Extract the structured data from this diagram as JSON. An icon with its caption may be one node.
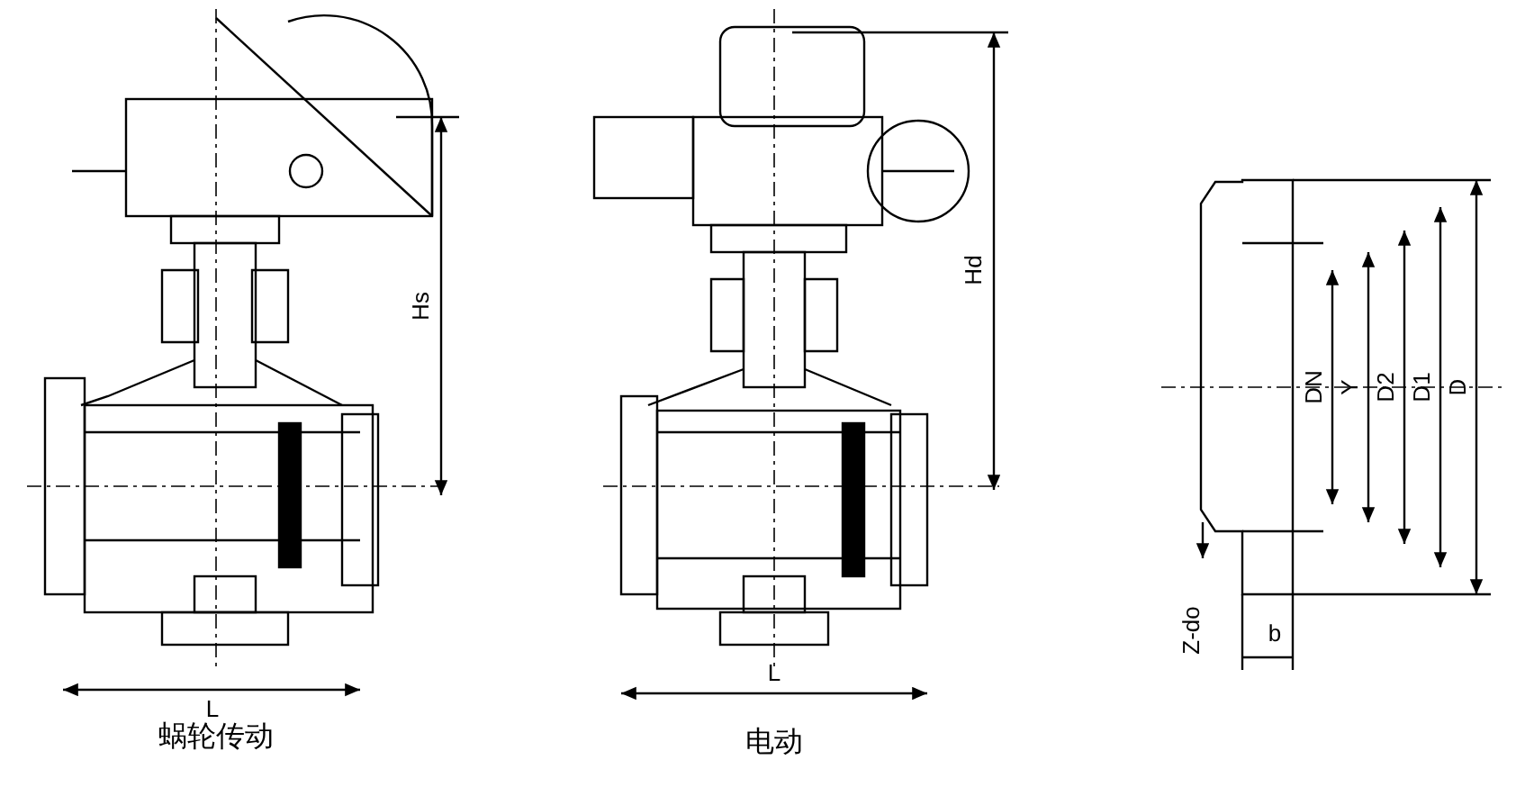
{
  "diagram": {
    "labels": [
      "Hs",
      "L",
      "蜗轮传动",
      "Hd",
      "L",
      "电动",
      "DN",
      "Y",
      "D2",
      "D1",
      "D",
      "Z-do",
      "b"
    ]
  }
}
